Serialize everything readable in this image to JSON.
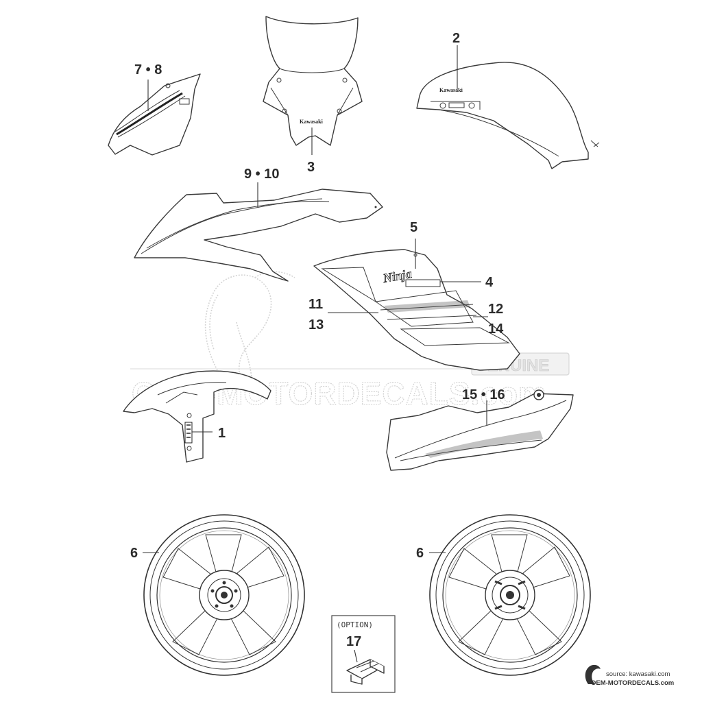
{
  "callouts": {
    "c78": "7 • 8",
    "c2": "2",
    "c3": "3",
    "c910": "9 • 10",
    "c5": "5",
    "c4": "4",
    "c11": "11",
    "c13": "13",
    "c12": "12",
    "c14": "14",
    "c1516": "15 • 16",
    "c1": "1",
    "c6_left": "6",
    "c6_right": "6",
    "c17": "17"
  },
  "labels": {
    "brand_windscreen": "Kawasaki",
    "brand_tank": "Kawasaki",
    "ninja_logo": "Ninja",
    "option": "(OPTION)"
  },
  "watermark": {
    "main": "OEM-MOTORDECALS.com",
    "genuine": "GENUINE"
  },
  "source": {
    "line1": "source: kawasaki.com",
    "line2": "OEM-MOTORDECALS.com"
  }
}
